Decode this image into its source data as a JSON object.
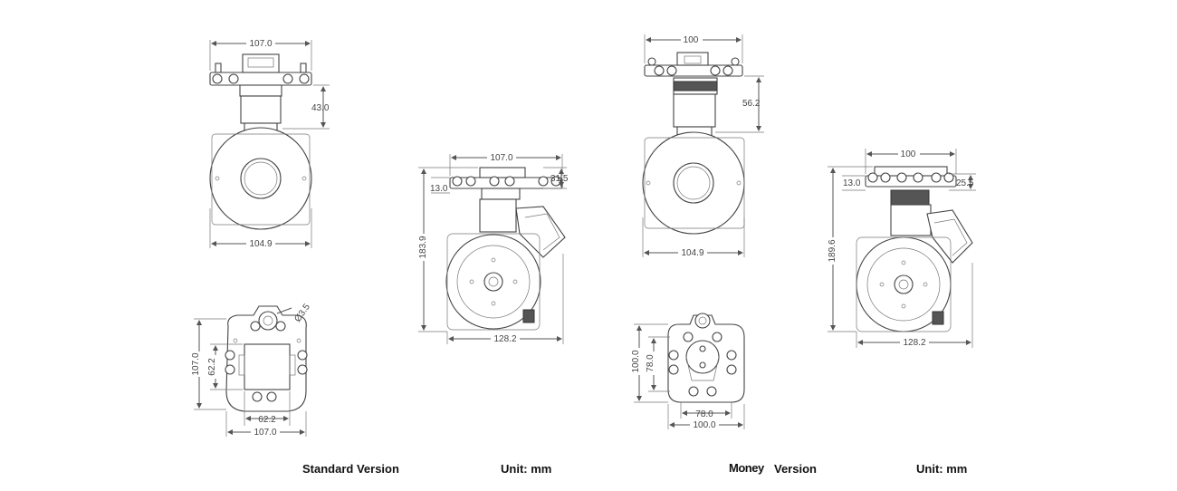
{
  "captions": {
    "standard_version": "Standard Version",
    "standard_unit": "Unit: mm",
    "money_word": "Money",
    "money_version": "Version",
    "money_unit": "Unit: mm"
  },
  "standard": {
    "front": {
      "plate_width": "107.0",
      "height": "43.0",
      "body_width": "104.9"
    },
    "side": {
      "plate_width": "107.0",
      "plate_offset": "13.0",
      "plate_height": "31.5",
      "total_height": "183.9",
      "body_width": "128.2"
    },
    "bottom": {
      "hole": "Ø3.5",
      "outer_height": "107.0",
      "inner_height": "62.2",
      "inner_width": "62.2",
      "outer_width": "107.0"
    }
  },
  "money": {
    "front": {
      "plate_width": "100",
      "height": "56.2",
      "body_width": "104.9"
    },
    "side": {
      "plate_width": "100",
      "plate_offset": "13.0",
      "plate_height": "25.5",
      "total_height": "189.6",
      "body_width": "128.2"
    },
    "bottom": {
      "outer_height": "100.0",
      "inner_height": "78.0",
      "inner_width": "78.0",
      "outer_width": "100.0"
    }
  },
  "colors": {
    "line": "#555555",
    "text": "#444444",
    "caption": "#111111"
  }
}
